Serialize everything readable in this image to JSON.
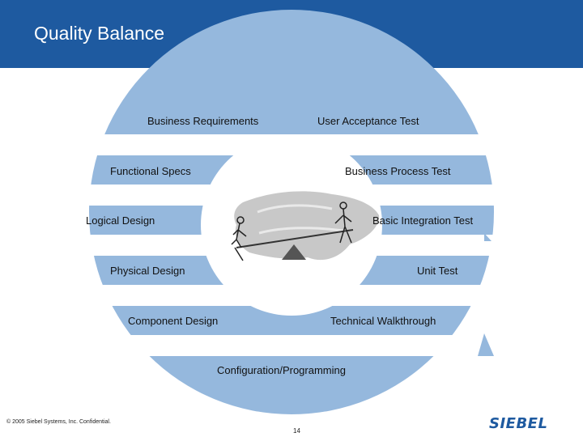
{
  "slide": {
    "title": "Quality Balance",
    "copyright": "© 2005 Siebel Systems, Inc. Confidential.",
    "page_number": "14",
    "logo_text": "SIEBEL"
  },
  "left_steps": [
    "Business Requirements",
    "Functional Specs",
    "Logical Design",
    "Physical Design",
    "Component Design"
  ],
  "right_steps": [
    "User Acceptance Test",
    "Business Process Test",
    "Basic Integration Test",
    "Unit Test",
    "Technical Walkthrough"
  ],
  "bottom_step": "Configuration/Programming",
  "colors": {
    "header": "#1e5aa0",
    "band": "#95b8dd",
    "logo": "#1e5aa0"
  },
  "illustration": "seesaw-balance"
}
